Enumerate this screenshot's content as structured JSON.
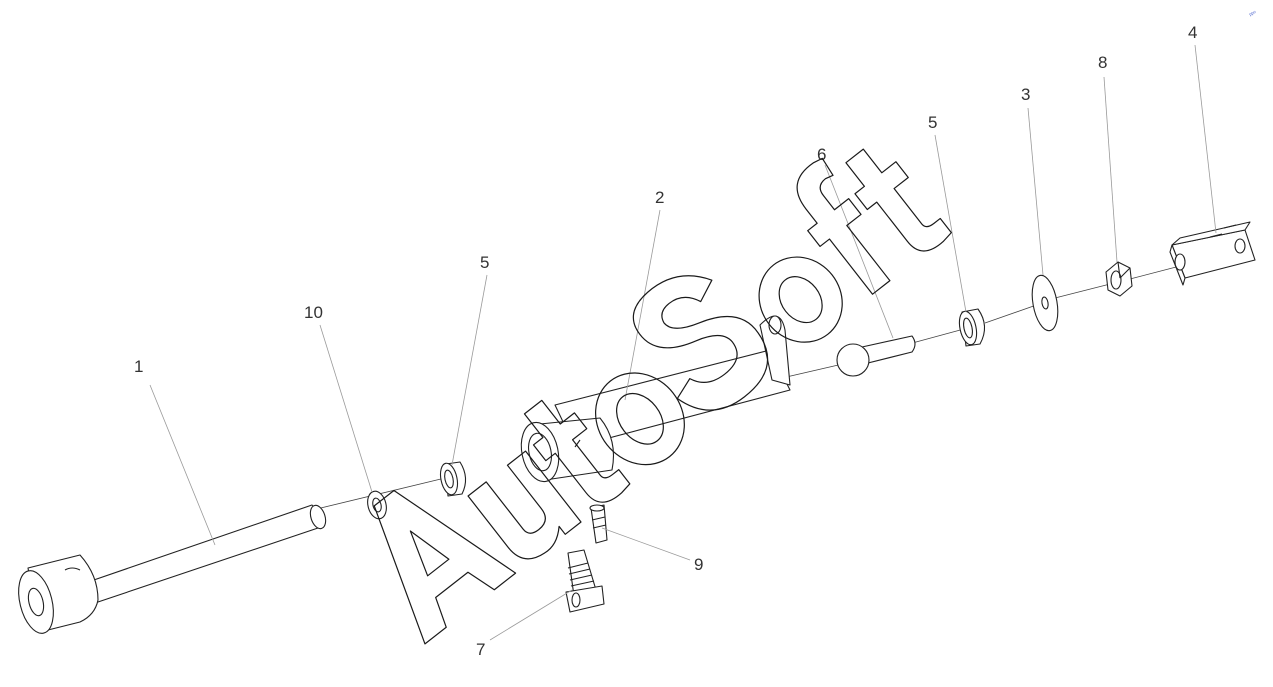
{
  "callouts": [
    {
      "id": "c1",
      "label": "1"
    },
    {
      "id": "c10",
      "label": "10"
    },
    {
      "id": "c5a",
      "label": "5"
    },
    {
      "id": "c2",
      "label": "2"
    },
    {
      "id": "c6",
      "label": "6"
    },
    {
      "id": "c5b",
      "label": "5"
    },
    {
      "id": "c3",
      "label": "3"
    },
    {
      "id": "c8",
      "label": "8"
    },
    {
      "id": "c4",
      "label": "4"
    },
    {
      "id": "c9",
      "label": "9"
    },
    {
      "id": "c7",
      "label": "7"
    }
  ],
  "watermark": {
    "text": "AutoSoft",
    "color": "#1a1a1a"
  },
  "corner_mark": {
    "text": "ᵖᵖᵒ",
    "color": "#3a55c8"
  },
  "colors": {
    "line": "#222222",
    "leader": "#9a9a9a",
    "text": "#333333",
    "background": "#ffffff"
  }
}
